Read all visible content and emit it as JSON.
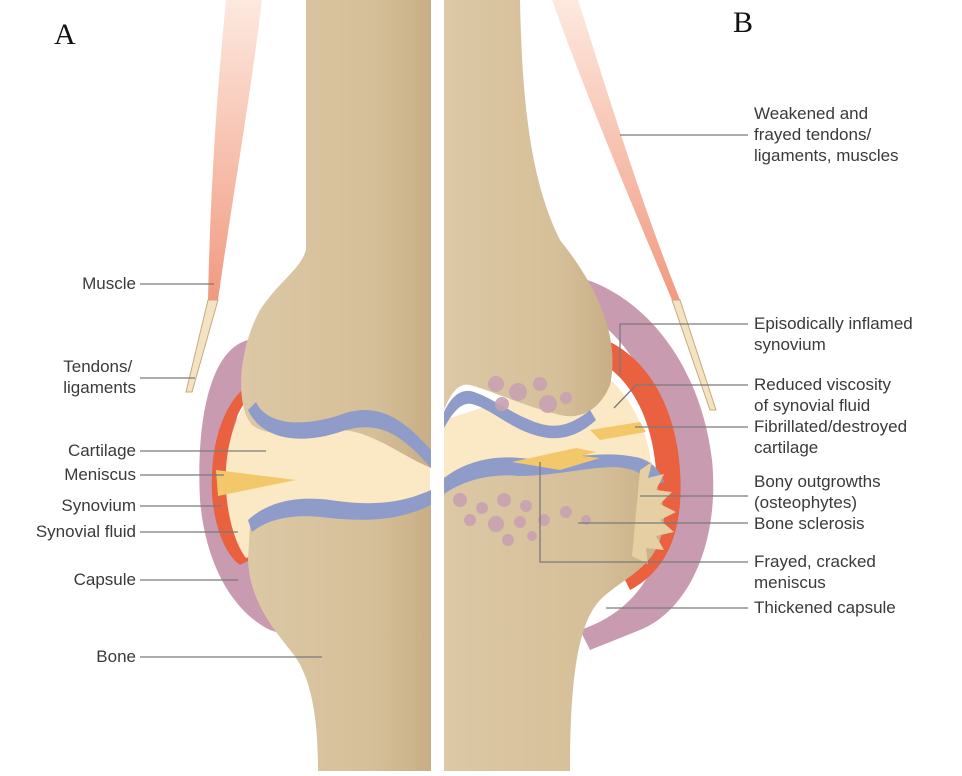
{
  "panels": {
    "left_letter": "A",
    "right_letter": "B"
  },
  "labels_left": {
    "muscle": "Muscle",
    "tendons_1": "Tendons/",
    "tendons_2": "ligaments",
    "cartilage": "Cartilage",
    "meniscus": "Meniscus",
    "synovium": "Synovium",
    "synovial_fluid": "Synovial fluid",
    "capsule": "Capsule",
    "bone": "Bone"
  },
  "labels_right": {
    "weakened_1": "Weakened and",
    "weakened_2": "frayed tendons/",
    "weakened_3": "ligaments, muscles",
    "inflamed_1": "Episodically inflamed",
    "inflamed_2": "synovium",
    "viscosity_1": "Reduced viscosity",
    "viscosity_2": "of synovial fluid",
    "fibrillated_1": "Fibrillated/destroyed",
    "fibrillated_2": "cartilage",
    "bony_1": "Bony outgrowths",
    "bony_2": "(osteophytes)",
    "sclerosis": "Bone sclerosis",
    "frayed_1": "Frayed, cracked",
    "frayed_2": "meniscus",
    "thickened": "Thickened capsule"
  },
  "colors": {
    "bone": "#d8c4a0",
    "bone_shadow": "#c9b187",
    "cartilage": "#8f9bc9",
    "fluid": "#fbe8c4",
    "meniscus": "#f3c86a",
    "synovium": "#e9613f",
    "capsule": "#c99bb1",
    "muscle": "#f3a98f",
    "tendon": "#f4e3c3",
    "sclerosis": "#c9a2b2",
    "leader": "#7a7a7a"
  }
}
